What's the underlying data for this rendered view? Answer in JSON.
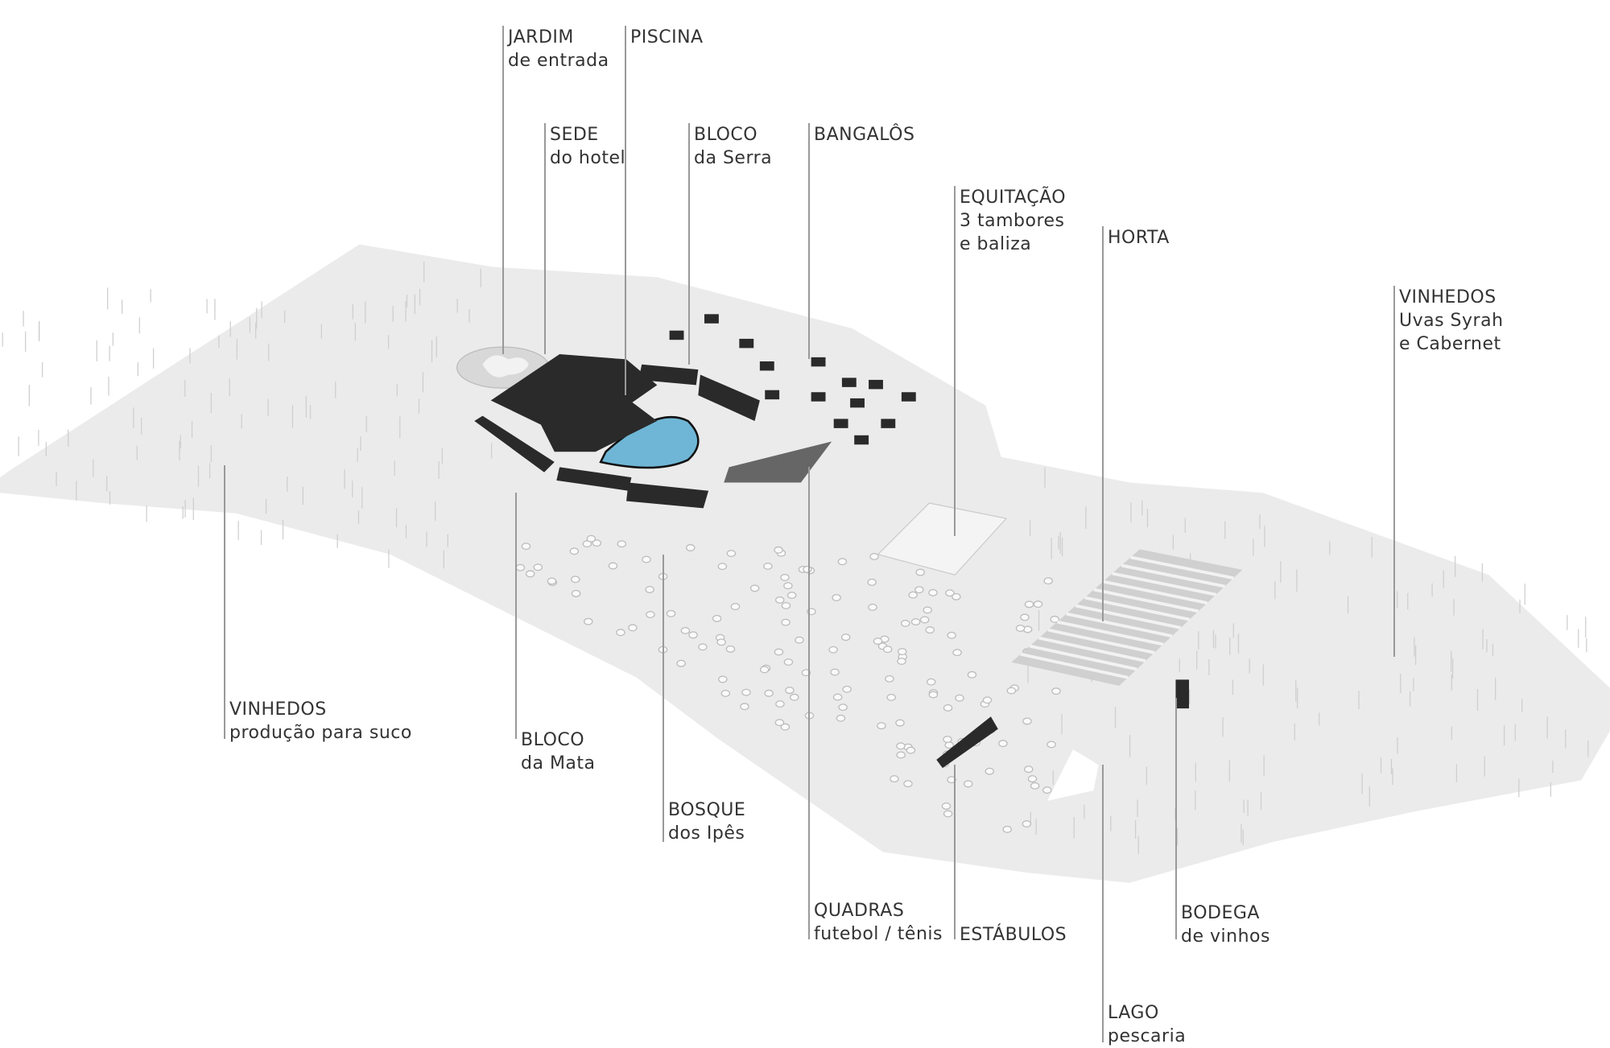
{
  "labels": [
    {
      "id": "jardim",
      "title": "JARDIM",
      "subtitle": "de entrada"
    },
    {
      "id": "piscina",
      "title": "PISCINA",
      "subtitle": ""
    },
    {
      "id": "sede",
      "title": "SEDE",
      "subtitle": "do hotel"
    },
    {
      "id": "bloco-serra",
      "title": "BLOCO",
      "subtitle": "da Serra"
    },
    {
      "id": "bangalos",
      "title": "BANGALÔS",
      "subtitle": ""
    },
    {
      "id": "equitacao",
      "title": "EQUITAÇÃO",
      "subtitle": "3 tambores",
      "subtitle2": "e baliza"
    },
    {
      "id": "horta",
      "title": "HORTA",
      "subtitle": ""
    },
    {
      "id": "vinhedos-syrah",
      "title": "VINHEDOS",
      "subtitle": "Uvas Syrah",
      "subtitle2": "e Cabernet"
    },
    {
      "id": "vinhedos-suco",
      "title": "VINHEDOS",
      "subtitle": "produção para suco"
    },
    {
      "id": "bloco-mata",
      "title": "BLOCO",
      "subtitle": "da Mata"
    },
    {
      "id": "bosque",
      "title": "BOSQUE",
      "subtitle": "dos Ipês"
    },
    {
      "id": "quadras",
      "title": "QUADRAS",
      "subtitle": "futebol / tênis"
    },
    {
      "id": "estabulos",
      "title": "ESTÁBULOS",
      "subtitle": ""
    },
    {
      "id": "bodega",
      "title": "BODEGA",
      "subtitle": "de vinhos"
    },
    {
      "id": "lago",
      "title": "LAGO",
      "subtitle": "pescaria"
    }
  ],
  "colors": {
    "terrain": "#ebebeb",
    "building": "#2a2a2a",
    "pool": "#6fb6d6",
    "leader": "#999999",
    "text": "#333333"
  }
}
